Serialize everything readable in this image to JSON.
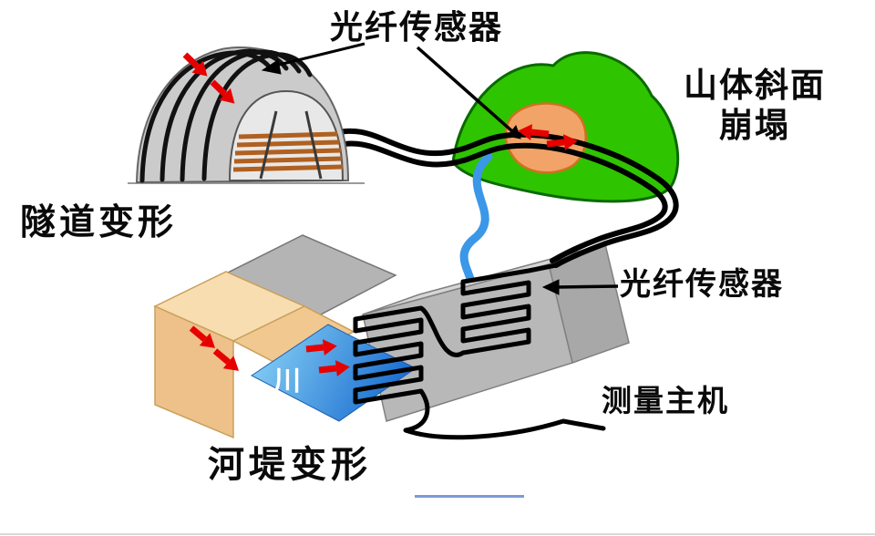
{
  "labels": {
    "fiber_sensor_top": "光纤传感器",
    "mountain_line1": "山体斜面",
    "mountain_line2": "崩塌",
    "tunnel_deformation": "隧道变形",
    "fiber_sensor_right": "光纤传感器",
    "measurement_host": "测量主机",
    "river_embankment": "河堤变形",
    "water_character": "川"
  },
  "colors": {
    "mountain_green": "#2fc400",
    "mountain_edge": "#0a6a00",
    "collapse_orange": "#f2a368",
    "collapse_edge": "#d07020",
    "river_blue": "#3b97e8",
    "water_light": "#8fd8f8",
    "water_deep": "#1d6fd1",
    "bank_tan": "#eec08a",
    "bank_top_tan": "#f7ddb0",
    "bank_slope_tan": "#f0c890",
    "block_gray": "#b8b8b8",
    "block_top_gray": "#d6d6d6",
    "tunnel_gray": "#cbcbcb",
    "arrow_red": "#e60000",
    "cable_black": "#000000",
    "underline_blue": "#7b9bd6"
  }
}
